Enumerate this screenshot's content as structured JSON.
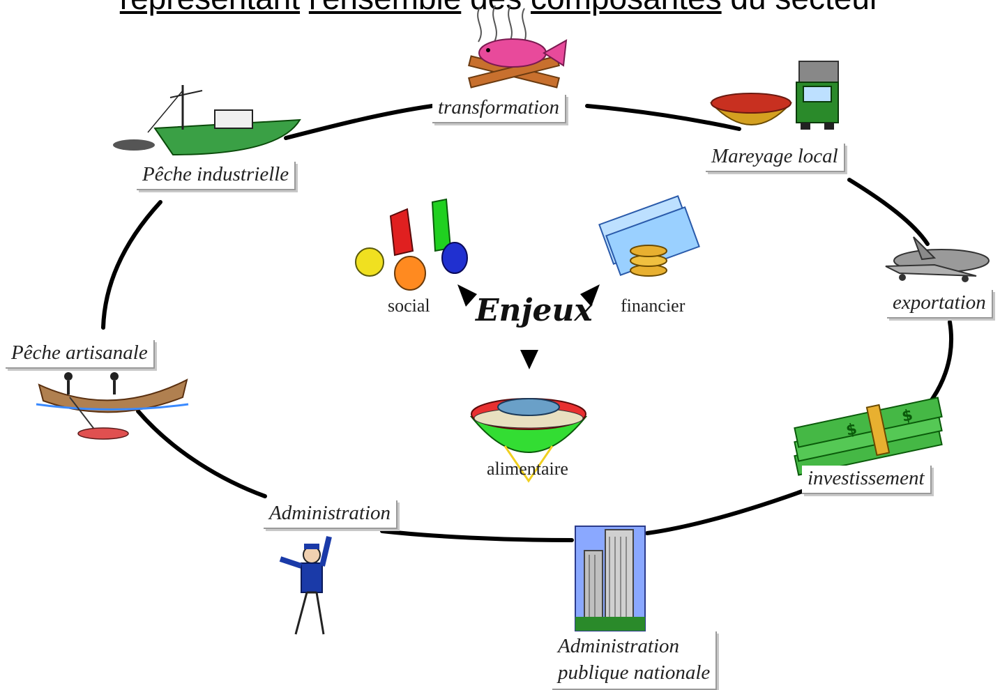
{
  "header": {
    "words": [
      {
        "text": "représentant",
        "underline": true
      },
      {
        "text": " ",
        "underline": false
      },
      {
        "text": "l'ensemble",
        "underline": true
      },
      {
        "text": " des ",
        "underline": false
      },
      {
        "text": "composantes",
        "underline": true
      },
      {
        "text": " du secteur",
        "underline": false
      }
    ]
  },
  "cycle": {
    "labels": {
      "transformation": "transformation",
      "mareyage": "Mareyage local",
      "exportation": "exportation",
      "investissement": "investissement",
      "admin_pub_line1": "Administration",
      "admin_pub_line2": "publique nationale",
      "administration": "Administration",
      "peche_artisanale": "Pêche artisanale",
      "peche_industrielle": "Pêche industrielle"
    }
  },
  "center": {
    "title": "Enjeux",
    "social": "social",
    "financier": "financier",
    "alimentaire": "alimentaire"
  },
  "colors": {
    "cycle_line": "#000000",
    "fish_pink": "#e84a9b",
    "fire_wood": "#c8702e",
    "bowl": "#d4a020",
    "truck": "#2a8a2a",
    "boat": "#3aa045",
    "money": "#45b845",
    "building": "#8aa8ff",
    "police": "#1a3aa8",
    "food_bowl": "#33dd33"
  }
}
